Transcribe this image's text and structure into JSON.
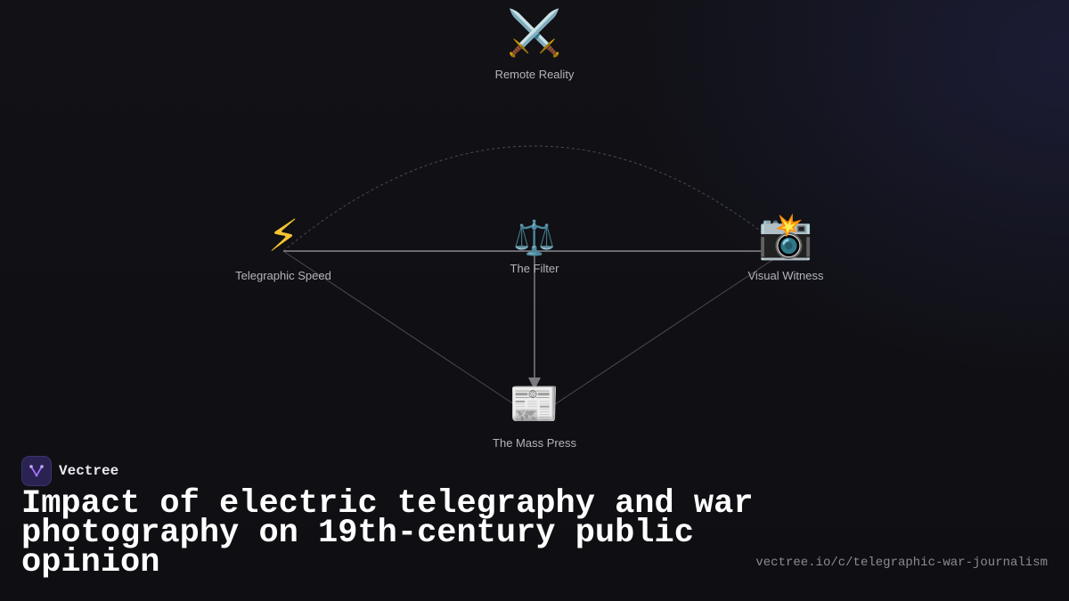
{
  "diagram": {
    "nodes": [
      {
        "id": "remote",
        "icon": "crossed-swords-icon",
        "emoji": "⚔️",
        "label": "Remote Reality"
      },
      {
        "id": "telegraph",
        "icon": "lightning-bolt-icon",
        "emoji": "⚡",
        "label": "Telegraphic Speed"
      },
      {
        "id": "filter",
        "icon": "balance-scale-icon",
        "emoji": "⚖️",
        "label": "The Filter"
      },
      {
        "id": "visual",
        "icon": "camera-flash-icon",
        "emoji": "📸",
        "label": "Visual Witness"
      },
      {
        "id": "press",
        "icon": "newspaper-icon",
        "emoji": "📰",
        "label": "The Mass Press"
      }
    ],
    "edges": [
      {
        "from": "telegraph",
        "to": "visual",
        "style": "solid"
      },
      {
        "from": "filter",
        "to": "press",
        "style": "solid-arrow"
      },
      {
        "from": "telegraph",
        "to": "press",
        "style": "thin"
      },
      {
        "from": "visual",
        "to": "press",
        "style": "thin"
      },
      {
        "from": "telegraph",
        "to": "visual",
        "style": "dashed-arc"
      }
    ]
  },
  "brand": {
    "name": "Vectree",
    "logo_icon": "vectree-logo-icon",
    "logo_color": "#a070ff"
  },
  "title": "Impact of electric telegraphy and war photography on 19th-century public opinion",
  "url": "vectree.io/c/telegraphic-war-journalism"
}
